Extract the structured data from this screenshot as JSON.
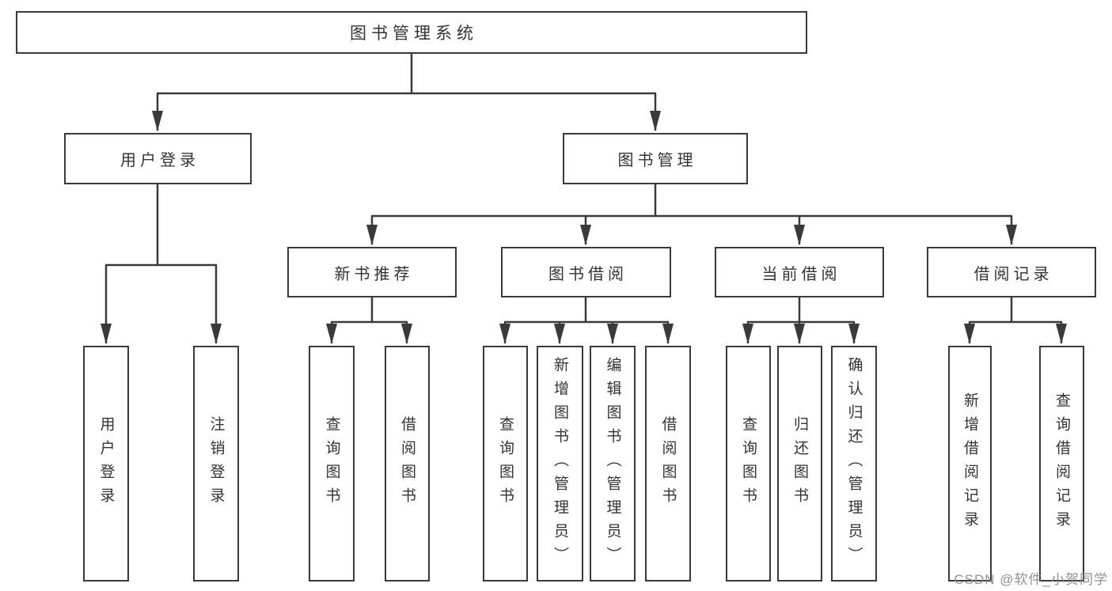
{
  "diagram": {
    "root": {
      "label": "图书管理系统"
    },
    "level1": [
      {
        "label": "用户登录"
      },
      {
        "label": "图书管理"
      }
    ],
    "level2": [
      {
        "label": "新书推荐"
      },
      {
        "label": "图书借阅"
      },
      {
        "label": "当前借阅"
      },
      {
        "label": "借阅记录"
      }
    ],
    "leaves": [
      {
        "label": "用户登录"
      },
      {
        "label": "注销登录"
      },
      {
        "label": "查询图书"
      },
      {
        "label": "借阅图书"
      },
      {
        "label": "查询图书"
      },
      {
        "label": "新增图书（管理员）"
      },
      {
        "label": "编辑图书（管理员）"
      },
      {
        "label": "借阅图书"
      },
      {
        "label": "查询图书"
      },
      {
        "label": "归还图书"
      },
      {
        "label": "确认归还（管理员）"
      },
      {
        "label": "新增借阅记录"
      },
      {
        "label": "查询借阅记录"
      }
    ]
  },
  "watermark": {
    "text": "CSDN @软件_小贺同学"
  },
  "colors": {
    "line": "#3a3a3a",
    "text": "#333333",
    "background": "#ffffff",
    "watermark": "#8c8c8c"
  }
}
